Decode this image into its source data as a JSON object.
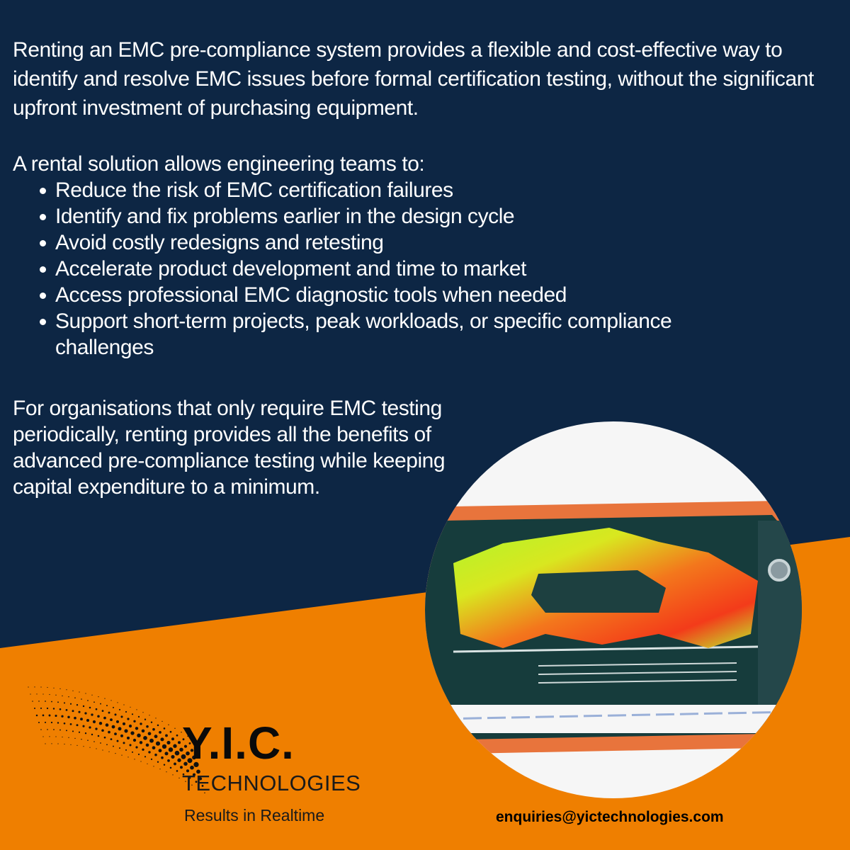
{
  "colors": {
    "navy": "#0d2644",
    "orange": "#ef7f00",
    "text_light": "#ffffff",
    "text_dark": "#111111"
  },
  "intro": "Renting an EMC pre-compliance system provides a flexible and cost-effective way to identify and resolve EMC issues before formal certification testing, without the significant upfront investment of purchasing equipment.",
  "list_lead": "A rental solution allows engineering teams to:",
  "benefits": [
    "Reduce the risk of EMC certification failures",
    "Identify and fix problems earlier in the design cycle",
    "Avoid costly redesigns and retesting",
    "Accelerate product development and time to market",
    "Access professional EMC diagnostic tools when needed",
    "Support short-term projects, peak workloads, or specific compliance challenges"
  ],
  "closing": "For organisations that only require EMC testing periodically, renting provides all the benefits of advanced pre-compliance testing while keeping capital expenditure to a minimum.",
  "brand": {
    "name": "Y.I.C.",
    "subtitle": "TECHNOLOGIES",
    "tagline": "Results in Realtime"
  },
  "contact_email": "enquiries@yictechnologies.com",
  "icons": {
    "logo": "halftone-wave-logo-icon",
    "photo": "pcb-emission-heatmap-image"
  }
}
